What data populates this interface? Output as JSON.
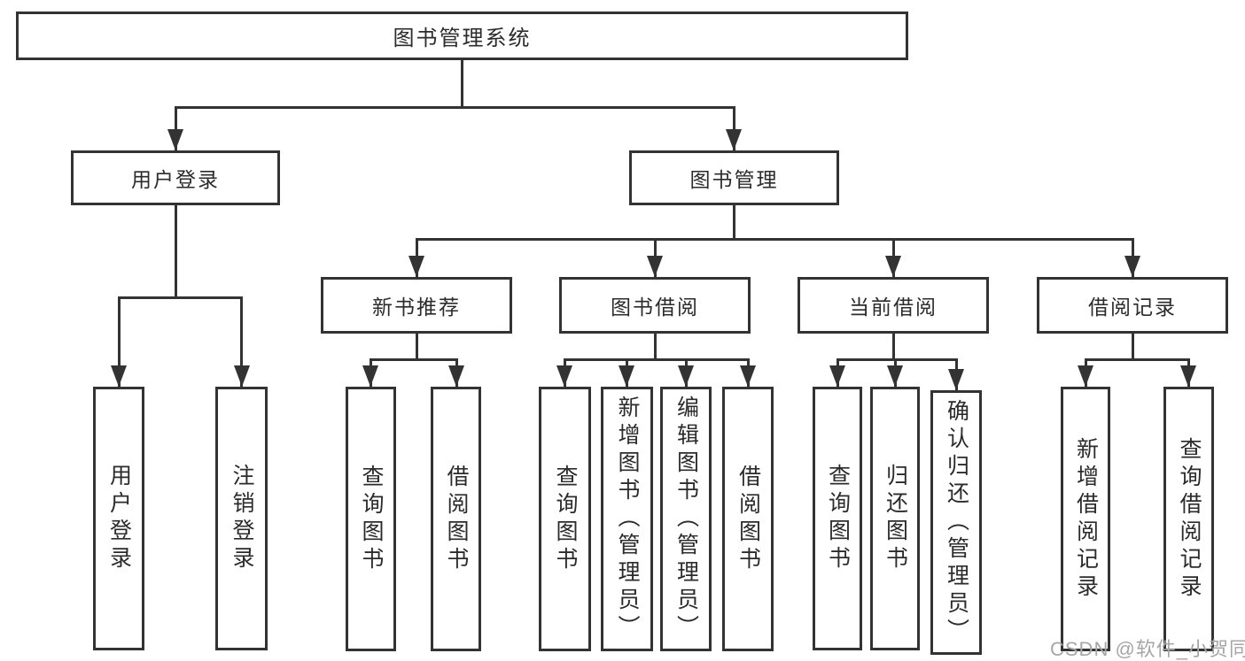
{
  "colors": {
    "line": "#333333",
    "text": "#2b2b2b",
    "watermark": "#a6a6a6",
    "background": "#ffffff"
  },
  "tree": {
    "root": {
      "label": "图书管理系统"
    },
    "branches": [
      {
        "label": "用户登录",
        "children": [
          {
            "label": "用户登录"
          },
          {
            "label": "注销登录"
          }
        ]
      },
      {
        "label": "图书管理",
        "groups": [
          {
            "label": "新书推荐",
            "children": [
              {
                "label": "查询图书"
              },
              {
                "label": "借阅图书"
              }
            ]
          },
          {
            "label": "图书借阅",
            "children": [
              {
                "label": "查询图书"
              },
              {
                "label": "新增图书（管理员）"
              },
              {
                "label": "编辑图书（管理员）"
              },
              {
                "label": "借阅图书"
              }
            ]
          },
          {
            "label": "当前借阅",
            "children": [
              {
                "label": "查询图书"
              },
              {
                "label": "归还图书"
              },
              {
                "label": "确认归还（管理员）"
              }
            ]
          },
          {
            "label": "借阅记录",
            "children": [
              {
                "label": "新增借阅记录"
              },
              {
                "label": "查询借阅记录"
              }
            ]
          }
        ]
      }
    ]
  },
  "watermark": {
    "text": "CSDN @软件_小贺同学"
  }
}
